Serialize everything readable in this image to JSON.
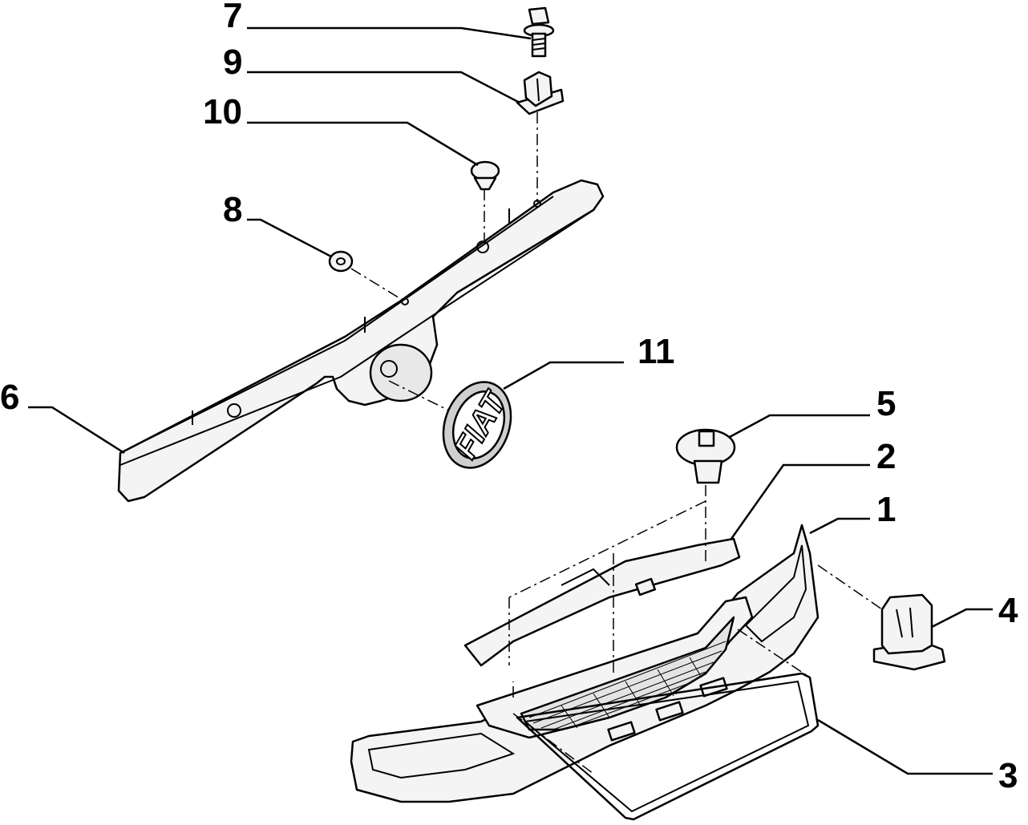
{
  "callouts": [
    {
      "id": "callout-1",
      "label": "1"
    },
    {
      "id": "callout-2",
      "label": "2"
    },
    {
      "id": "callout-3",
      "label": "3"
    },
    {
      "id": "callout-4",
      "label": "4"
    },
    {
      "id": "callout-5",
      "label": "5"
    },
    {
      "id": "callout-6",
      "label": "6"
    },
    {
      "id": "callout-7",
      "label": "7"
    },
    {
      "id": "callout-8",
      "label": "8"
    },
    {
      "id": "callout-9",
      "label": "9"
    },
    {
      "id": "callout-10",
      "label": "10"
    },
    {
      "id": "callout-11",
      "label": "11"
    }
  ],
  "emblem": {
    "text": "FIAT"
  },
  "colors": {
    "line": "#000000",
    "background": "#ffffff",
    "fill": "#f4f4f4"
  }
}
